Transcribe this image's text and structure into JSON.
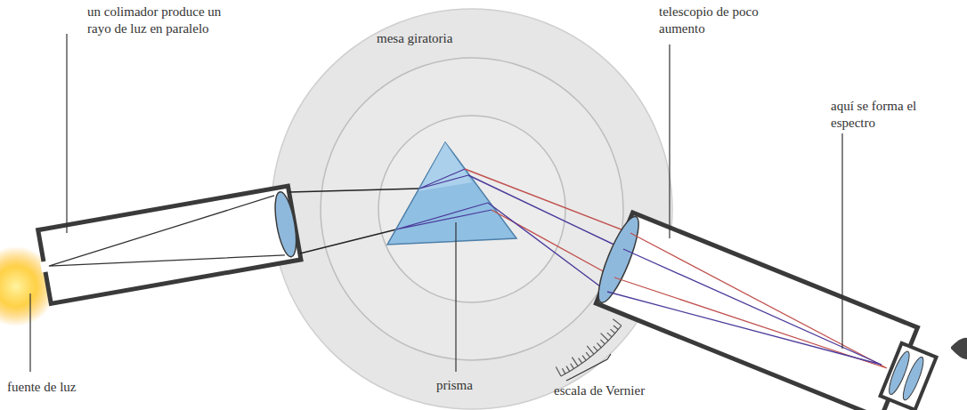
{
  "diagram": {
    "labels": [
      "un colimador produce un rayo de luz en paralelo",
      "mesa giratoria",
      "telescopio de poco aumento",
      "aquí se forma el espectro",
      "fuente de luz",
      "prisma",
      "escala de Vernier"
    ]
  }
}
